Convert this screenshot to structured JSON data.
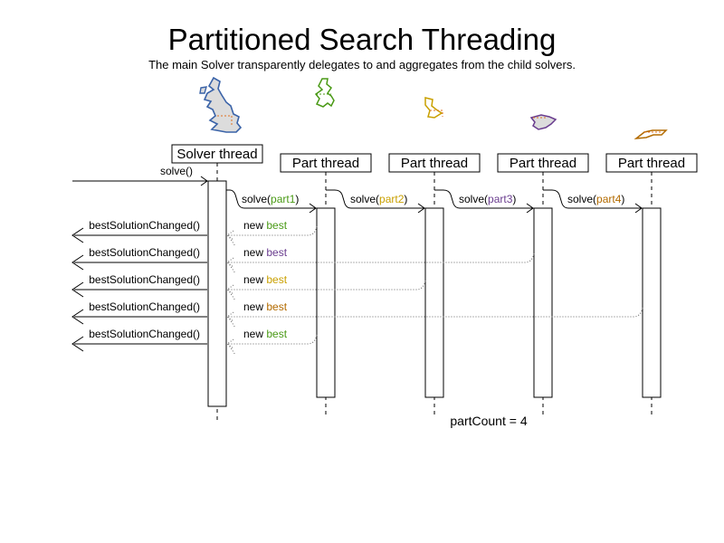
{
  "title": "Partitioned Search Threading",
  "subtitle": "The main Solver transparently delegates to and aggregates from the child solvers.",
  "colors": {
    "part1": "#4a9a16",
    "part2": "#c9a000",
    "part3": "#6a3d8f",
    "part4": "#b36b00",
    "uk": "#3a63a8"
  },
  "solver": {
    "label": "Solver thread",
    "call": "solve()"
  },
  "parts": [
    {
      "label": "Part thread",
      "call_prefix": "solve(",
      "call_arg": "part1",
      "call_suffix": ")",
      "color_key": "part1"
    },
    {
      "label": "Part thread",
      "call_prefix": "solve(",
      "call_arg": "part2",
      "call_suffix": ")",
      "color_key": "part2"
    },
    {
      "label": "Part thread",
      "call_prefix": "solve(",
      "call_arg": "part3",
      "call_suffix": ")",
      "color_key": "part3"
    },
    {
      "label": "Part thread",
      "call_prefix": "solve(",
      "call_arg": "part4",
      "call_suffix": ")",
      "color_key": "part4"
    }
  ],
  "events": [
    {
      "source": 0,
      "prefix": "new ",
      "word": "best",
      "color_key": "part1",
      "out": "bestSolutionChanged()"
    },
    {
      "source": 2,
      "prefix": "new ",
      "word": "best",
      "color_key": "part3",
      "out": "bestSolutionChanged()"
    },
    {
      "source": 1,
      "prefix": "new ",
      "word": "best",
      "color_key": "part2",
      "out": "bestSolutionChanged()"
    },
    {
      "source": 3,
      "prefix": "new ",
      "word": "best",
      "color_key": "part4",
      "out": "bestSolutionChanged()"
    },
    {
      "source": 0,
      "prefix": "new ",
      "word": "best",
      "color_key": "part1",
      "out": "bestSolutionChanged()"
    }
  ],
  "footer": "partCount = 4",
  "icons": [
    "uk-map-icon",
    "scotland-map-icon",
    "wales-map-icon",
    "england-east-map-icon",
    "england-south-map-icon"
  ]
}
